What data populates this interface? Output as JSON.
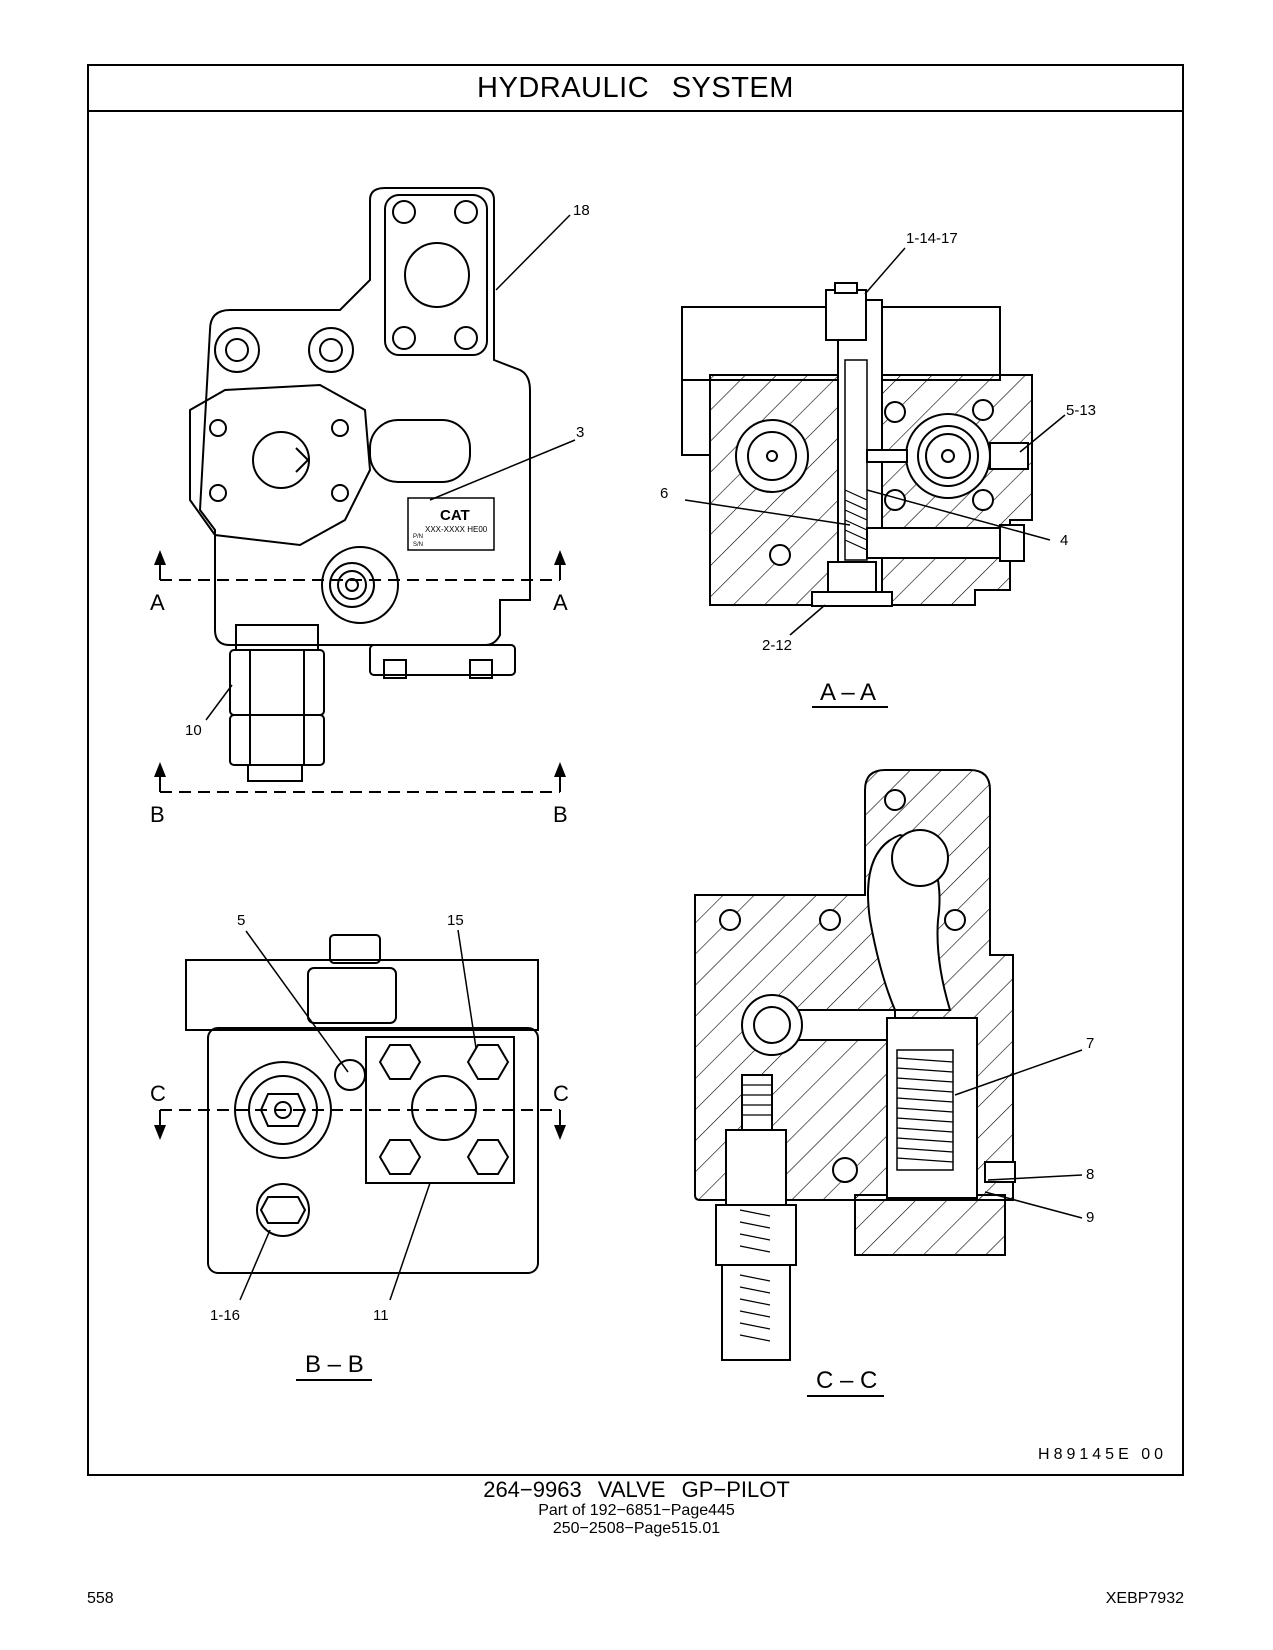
{
  "header": {
    "title": "HYDRAULIC   SYSTEM"
  },
  "drawing": {
    "callouts": {
      "c18": "18",
      "c3": "3",
      "c10": "10",
      "c1_14_17": "1-14-17",
      "c5_13": "5-13",
      "c6": "6",
      "c4": "4",
      "c2_12": "2-12",
      "c5": "5",
      "c15": "15",
      "c1_16": "1-16",
      "c11": "11",
      "c7": "7",
      "c8": "8",
      "c9": "9"
    },
    "cutting_letters": {
      "a": "A",
      "b": "B",
      "c": "C"
    },
    "section_titles": {
      "aa": "A – A",
      "bb": "B – B",
      "cc": "C – C"
    },
    "nameplate": {
      "brand": "CAT",
      "line1": "XXX-XXXX  HE00",
      "pn_label": "P/N",
      "sn_label": "S/N"
    },
    "drawing_code": "H89145E   00"
  },
  "caption": {
    "title": "264−9963   VALVE  GP−PILOT",
    "line1": "Part of 192−6851−Page445",
    "line2": "250−2508−Page515.01"
  },
  "footer": {
    "page_number": "558",
    "doc_code": "XEBP7932"
  }
}
